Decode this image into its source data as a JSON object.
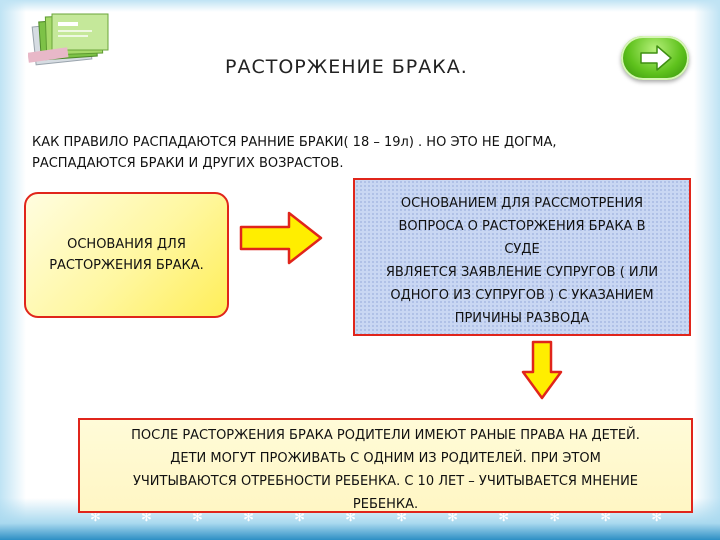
{
  "slide": {
    "title": "РАСТОРЖЕНИЕ БРАКА.",
    "intro_line1": "КАК ПРАВИЛО РАСПАДАЮТСЯ РАННИЕ БРАКИ( 18 – 19л) . НО ЭТО НЕ ДОГМА,",
    "intro_line2": "РАСПАДАЮТСЯ БРАКИ И ДРУГИХ ВОЗРАСТОВ.",
    "left_box": {
      "line1": "ОСНОВАНИЯ ДЛЯ",
      "line2": "РАСТОРЖЕНИЯ БРАКА."
    },
    "right_box": {
      "line1": "ОСНОВАНИЕМ ДЛЯ РАССМОТРЕНИЯ",
      "line2": "ВОПРОСА О РАСТОРЖЕНИЯ БРАКА В",
      "line3": "СУДЕ",
      "line4": "ЯВЛЯЕТСЯ ЗАЯВЛЕНИЕ СУПРУГОВ ( ИЛИ",
      "line5": "ОДНОГО ИЗ СУПРУГОВ ) С УКАЗАНИЕМ",
      "line6": "ПРИЧИНЫ РАЗВОДА"
    },
    "bottom_box": {
      "line1": "ПОСЛЕ РАСТОРЖЕНИЯ БРАКА РОДИТЕЛИ ИМЕЮТ РАНЫЕ ПРАВА НА ДЕТЕЙ.",
      "line2": "ДЕТИ МОГУТ ПРОЖИВАТЬ С ОДНИМ ИЗ РОДИТЕЛЕЙ. ПРИ ЭТОМ",
      "line3": "УЧИТЫВАЮТСЯ ОТРЕБНОСТИ РЕБЕНКА. С 10 ЛЕТ – УЧИТЫВАЕТСЯ МНЕНИЕ",
      "line4": "РЕБЕНКА."
    }
  },
  "icons": {
    "folders": "folders-icon",
    "next": "arrow-right-icon",
    "flow_right": "arrow-right-icon",
    "flow_down": "arrow-down-icon"
  },
  "colors": {
    "box_border": "#e0251b",
    "left_box_fill": "#fff7a0",
    "right_box_fill": "#c9d7f3",
    "bottom_box_fill": "#fffbd8",
    "arrow_fill": "#ffee00",
    "next_button": "#5fc21d",
    "frame_accent": "#2d8fc4"
  }
}
